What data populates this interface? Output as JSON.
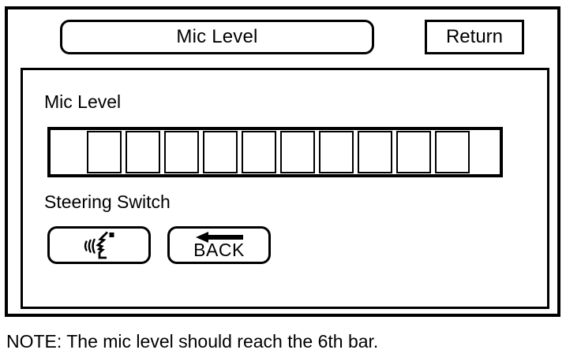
{
  "screen": {
    "header": {
      "title": "Mic Level",
      "return_label": "Return"
    },
    "panel": {
      "mic_level_label": "Mic Level",
      "steering_switch_label": "Steering Switch",
      "meter": {
        "segment_count": 10,
        "filled_count": 0,
        "target_bar": 6
      },
      "buttons": {
        "talk_icon_name": "talk-icon",
        "back_label": "BACK",
        "back_icon_name": "left-arrow-icon"
      }
    }
  },
  "note": {
    "text": "NOTE: The mic level should reach the 6th bar."
  },
  "colors": {
    "ink": "#000000",
    "background": "#ffffff"
  }
}
